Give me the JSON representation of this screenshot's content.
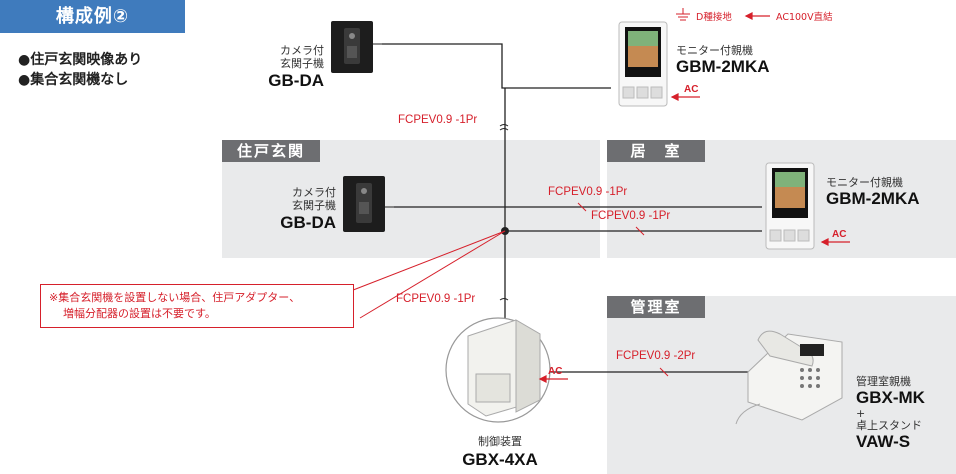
{
  "title": "構成例②",
  "features": [
    "●住戸玄関映像あり",
    "●集合玄関機なし"
  ],
  "legend": {
    "ground": "D種接地",
    "ac": "AC100V直結"
  },
  "zones": {
    "entrance": "住戸玄関",
    "room": "居　室",
    "manager": "管理室"
  },
  "devices": {
    "door_top": {
      "label1": "カメラ付",
      "label2": "玄関子機",
      "model": "GB-DA"
    },
    "door_mid": {
      "label1": "カメラ付",
      "label2": "玄関子機",
      "model": "GB-DA"
    },
    "monitor_top": {
      "label": "モニター付親機",
      "model": "GBM-2MKA"
    },
    "monitor_room": {
      "label": "モニター付親機",
      "model": "GBM-2MKA"
    },
    "control": {
      "label": "制御装置",
      "model": "GBX-4XA"
    },
    "manager": {
      "label1": "管理室親機",
      "model1": "GBX-MK",
      "plus": "+",
      "label2": "卓上スタンド",
      "model2": "VAW-S"
    }
  },
  "cables": {
    "trunk_top": "FCPEV0.9 -1Pr",
    "room1": "FCPEV0.9 -1Pr",
    "room2": "FCPEV0.9 -1Pr",
    "trunk_low": "FCPEV0.9 -1Pr",
    "manager": "FCPEV0.9 -2Pr"
  },
  "ac_labels": {
    "monitor_top": "AC",
    "monitor_room": "AC",
    "control": "AC"
  },
  "note": [
    "※集合玄関機を設置しない場合、住戸アダプター、",
    "増幅分配器の設置は不要です。"
  ]
}
